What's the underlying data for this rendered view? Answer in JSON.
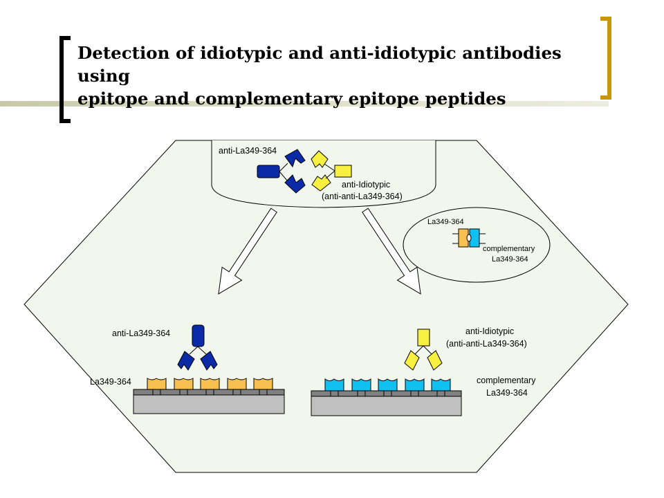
{
  "slide": {
    "title_line1": "Detection of idiotypic and anti-idiotypic antibodies using",
    "title_line2": "epitope and complementary epitope peptides"
  },
  "diagram": {
    "top_well": {
      "antibody_label": "anti-La349-364",
      "anti_idiotypic_label_1": "anti-Idiotypic",
      "anti_idiotypic_label_2": "(anti-anti-La349-364)"
    },
    "legend": {
      "epitope_label": "La349-364",
      "complementary_label_1": "complementary",
      "complementary_label_2": "La349-364"
    },
    "left_plate": {
      "antibody_label": "anti-La349-364",
      "peptide_label": "La349-364"
    },
    "right_plate": {
      "antibody_label_1": "anti-Idiotypic",
      "antibody_label_2": "(anti-anti-La349-364)",
      "peptide_label_1": "complementary",
      "peptide_label_2": "La349-364"
    }
  },
  "colors": {
    "antibody_blue": "#0a2aa8",
    "anti_idiotypic_yellow": "#f8f040",
    "epitope_orange": "#f8c050",
    "complementary_cyan": "#10c0f0",
    "hexagon_fill": "#f2f7ee",
    "plate_gray": "#c0c0c0",
    "bracket_gold": "#c8960a"
  }
}
